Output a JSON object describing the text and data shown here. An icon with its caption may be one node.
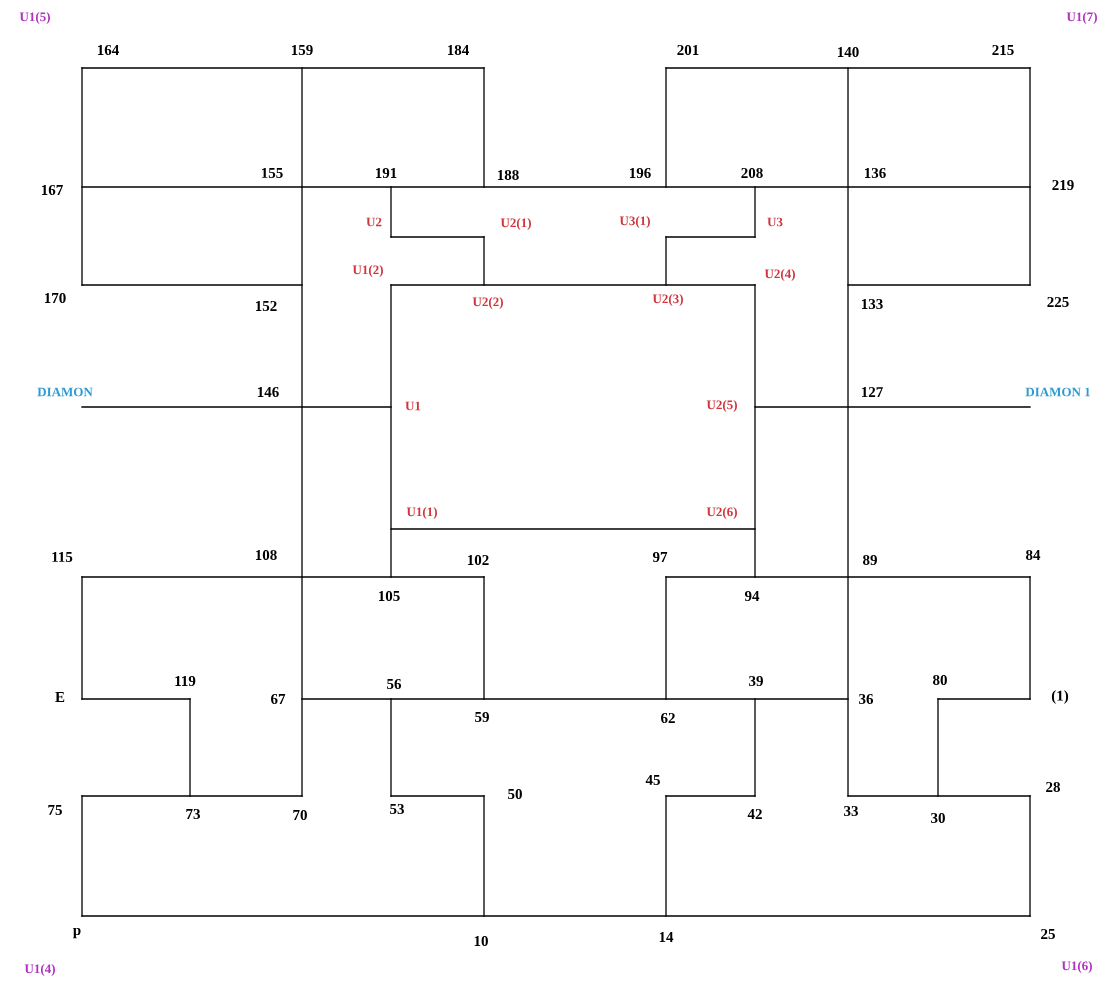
{
  "diagram": {
    "labels": [
      "U1(5)",
      "164",
      "159",
      "184",
      "201",
      "140",
      "215",
      "U1(7)",
      "167",
      "155",
      "191",
      "188",
      "196",
      "208",
      "136",
      "219",
      "U2",
      "U2(1)",
      "U3(1)",
      "U3",
      "U1(2)",
      "U2(4)",
      "170",
      "152",
      "U2(2)",
      "U2(3)",
      "133",
      "225",
      "DIAMON",
      "146",
      "U1",
      "U2(5)",
      "127",
      "DIAMON 1",
      "U1(1)",
      "U2(6)",
      "115",
      "108",
      "102",
      "97",
      "89",
      "84",
      "105",
      "94",
      "E",
      "119",
      "67",
      "56",
      "39",
      "36",
      "80",
      "(1)",
      "59",
      "62",
      "45",
      "28",
      "75",
      "73",
      "70",
      "53",
      "50",
      "42",
      "33",
      "30",
      "p",
      "10",
      "14",
      "25",
      "U1(4)",
      "U1(6)"
    ]
  }
}
